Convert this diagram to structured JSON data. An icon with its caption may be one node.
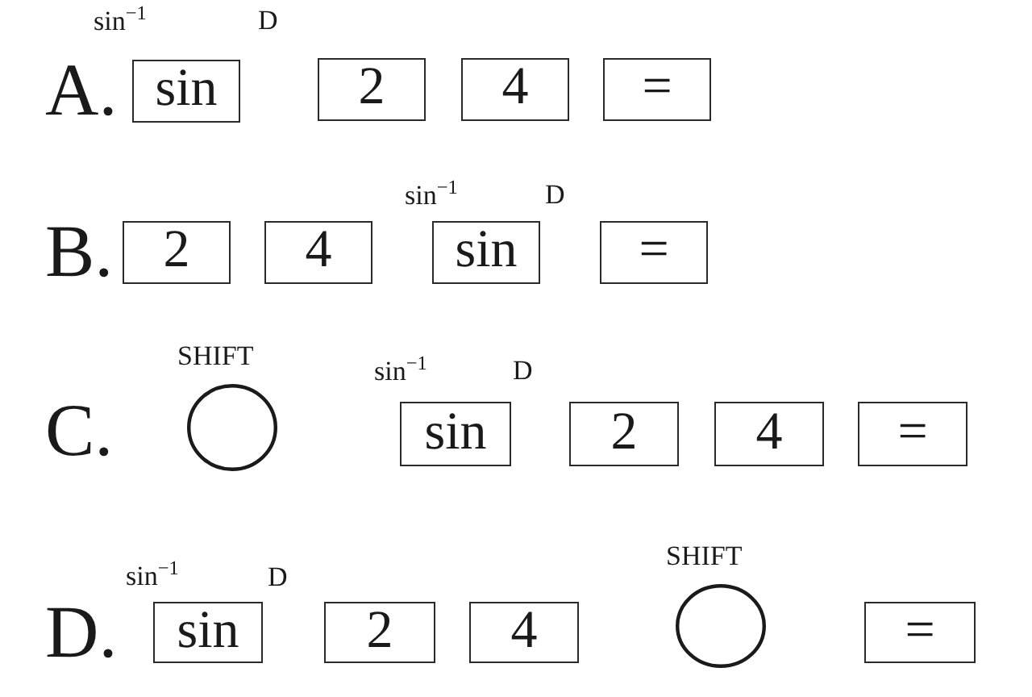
{
  "diagram": {
    "nodes": [
      {
        "text": [
          "sin"
        ],
        "beside": [
          "sin$^{−1}$",
          "D"
        ]
      },
      {
        "text": [
          "2"
        ]
      },
      {
        "text": [
          "4"
        ]
      },
      {
        "text": [
          "="
        ]
      },
      {
        "text": [
          "2"
        ]
      },
      {
        "text": [
          "4"
        ]
      },
      {
        "text": [
          "sin"
        ],
        "beside": [
          "sin$^{−1}$",
          "D"
        ]
      },
      {
        "text": [
          "="
        ]
      },
      {
        "text": [],
        "shape": "circle",
        "beside": [
          "SHIFT"
        ]
      },
      {
        "text": [
          "sin"
        ],
        "beside": [
          "sin$^{−1}$",
          "D"
        ]
      },
      {
        "text": [
          "2"
        ]
      },
      {
        "text": [
          "4"
        ]
      },
      {
        "text": [
          "="
        ]
      },
      {
        "text": [
          "sin"
        ],
        "beside": [
          "sin$^{−1}$",
          "D"
        ]
      },
      {
        "text": [
          "2"
        ]
      },
      {
        "text": [
          "4"
        ]
      },
      {
        "text": [],
        "shape": "circle",
        "beside": [
          "SHIFT"
        ]
      },
      {
        "text": [
          "="
        ]
      }
    ],
    "labels": [
      "A.",
      "B.",
      "C.",
      "D."
    ]
  }
}
